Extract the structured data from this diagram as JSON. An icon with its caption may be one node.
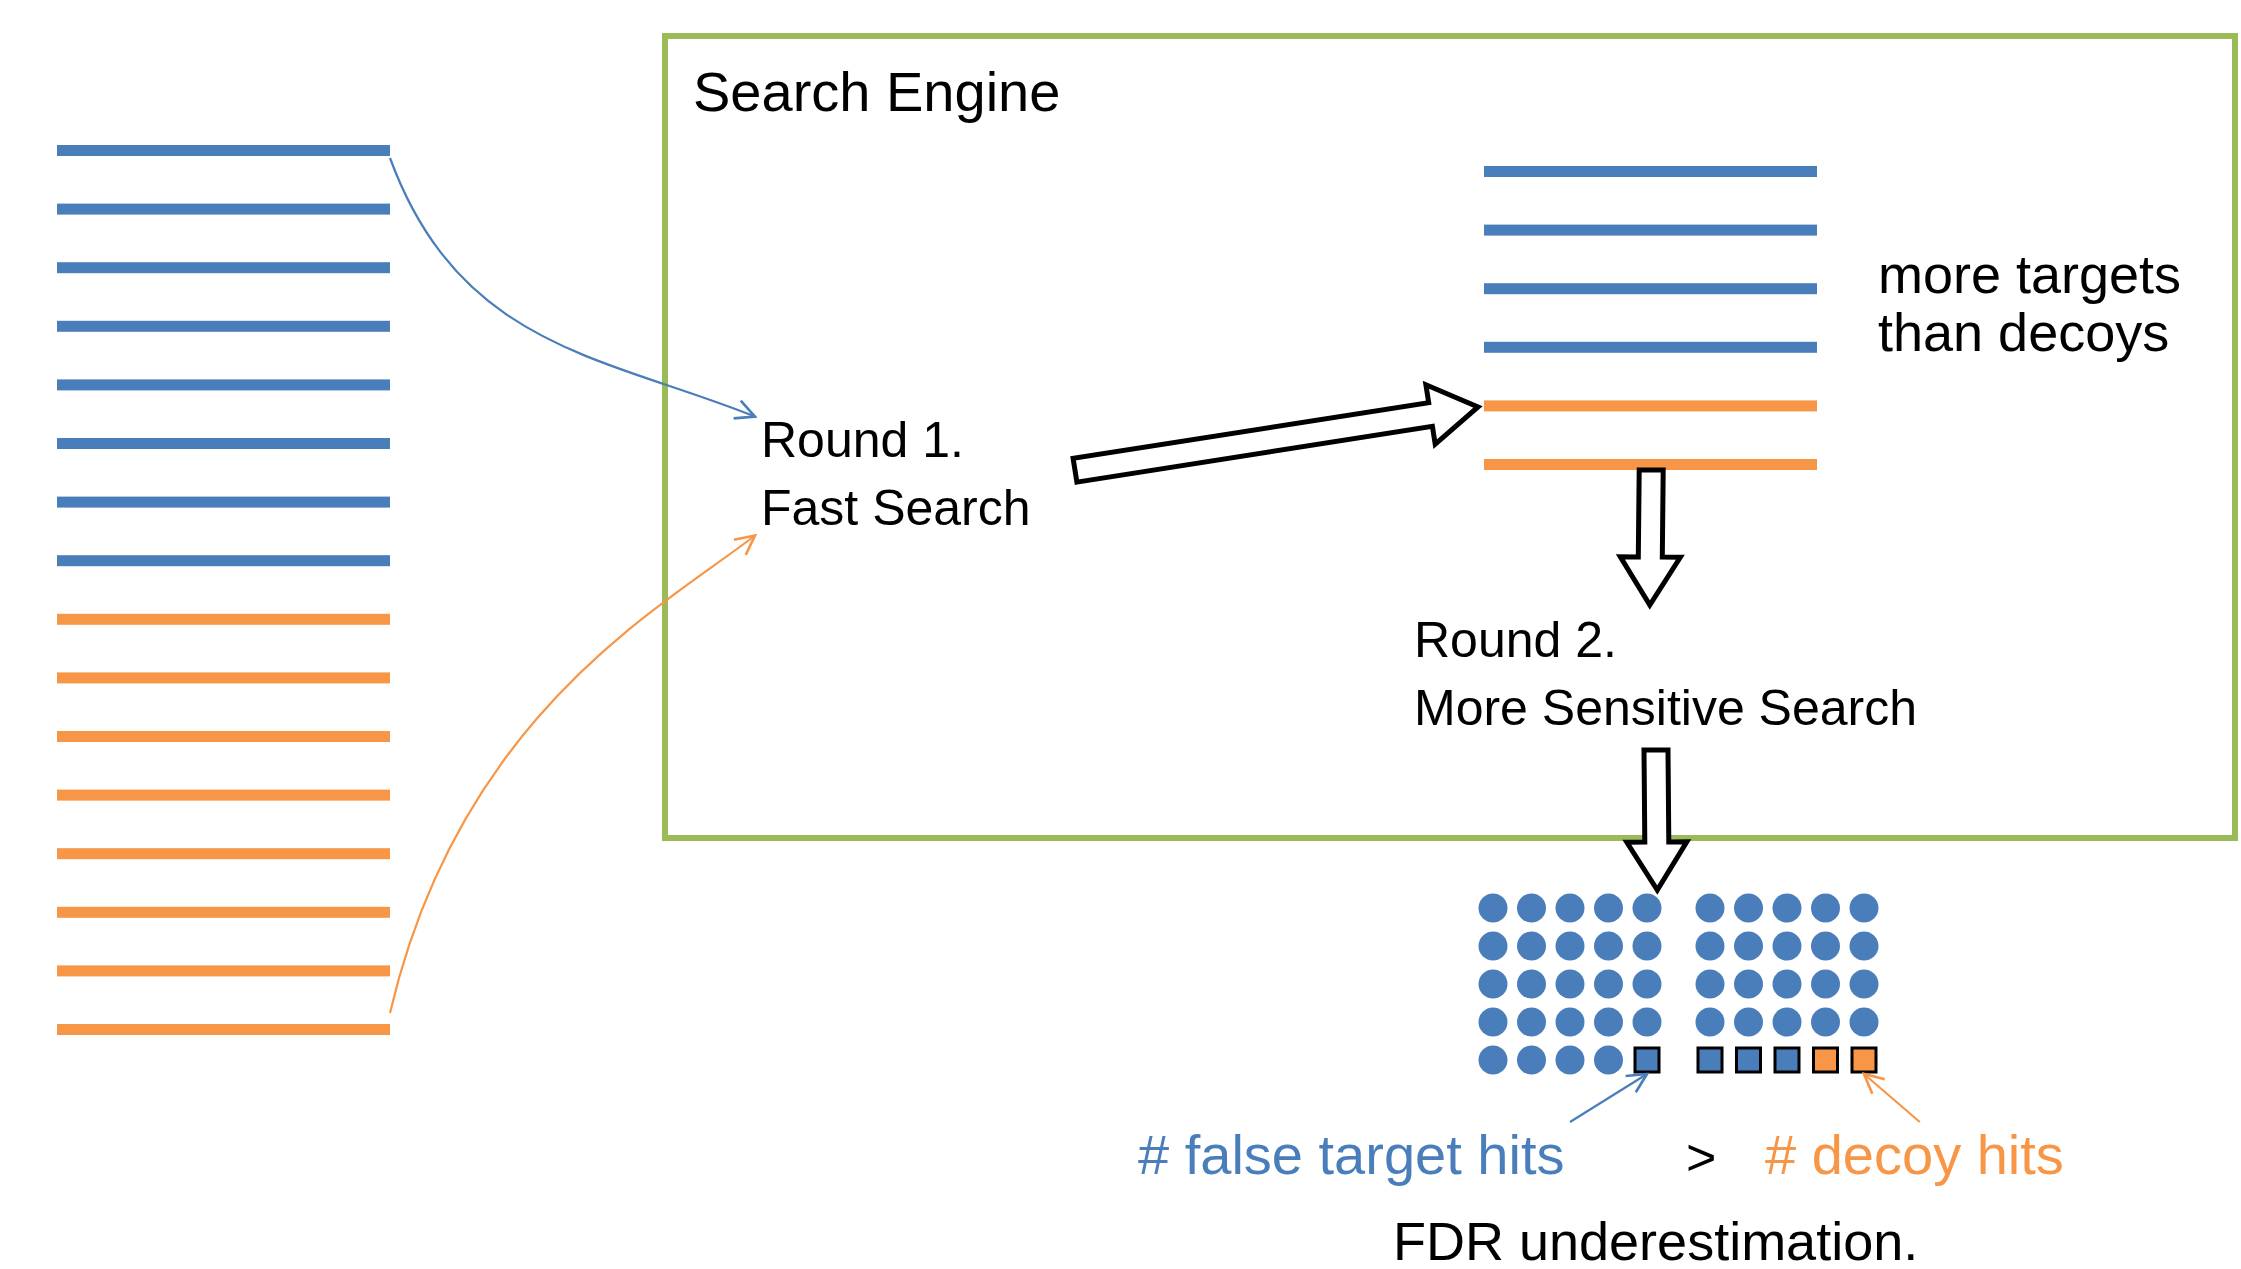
{
  "diagram": {
    "nodes": [
      {
        "text": [],
        "shape": "bar"
      },
      {
        "text": [
          "Search Engine"
        ]
      },
      {
        "text": [
          "Round 1.",
          "Fast Search"
        ],
        "in": 1
      },
      {
        "text": [],
        "shape": "bar",
        "in": 1,
        "beside": [
          "more targets than decoys"
        ]
      },
      {
        "text": [
          "Round 2.",
          "More Sensitive Search"
        ],
        "in": 1
      },
      {
        "text": [],
        "shape": "circle"
      },
      {
        "text": [],
        "shape": "box",
        "in": 5
      },
      {
        "text": [],
        "shape": "box",
        "in": 5
      },
      {
        "text": [
          "# false target hits"
        ]
      },
      {
        "text": [
          "# decoy hits"
        ]
      }
    ],
    "edges": [
      {
        "from": 0,
        "to": 2,
        "arrow": "to",
        "color": "#4a7ebb"
      },
      {
        "from": 0,
        "to": 2,
        "arrow": "to",
        "color": "#f79646"
      },
      {
        "from": 2,
        "to": 3,
        "arrow": "to",
        "style": "thick"
      },
      {
        "from": 3,
        "to": 4,
        "arrow": "to",
        "style": "thick"
      },
      {
        "from": 4,
        "to": 5,
        "arrow": "to",
        "style": "thick"
      },
      {
        "from": 8,
        "to": 6,
        "arrow": "to",
        "color": "#4a7ebb"
      },
      {
        "from": 9,
        "to": 7,
        "arrow": "to",
        "color": "#f79646"
      }
    ],
    "labels": [
      ">",
      "FDR underestimation."
    ]
  }
}
